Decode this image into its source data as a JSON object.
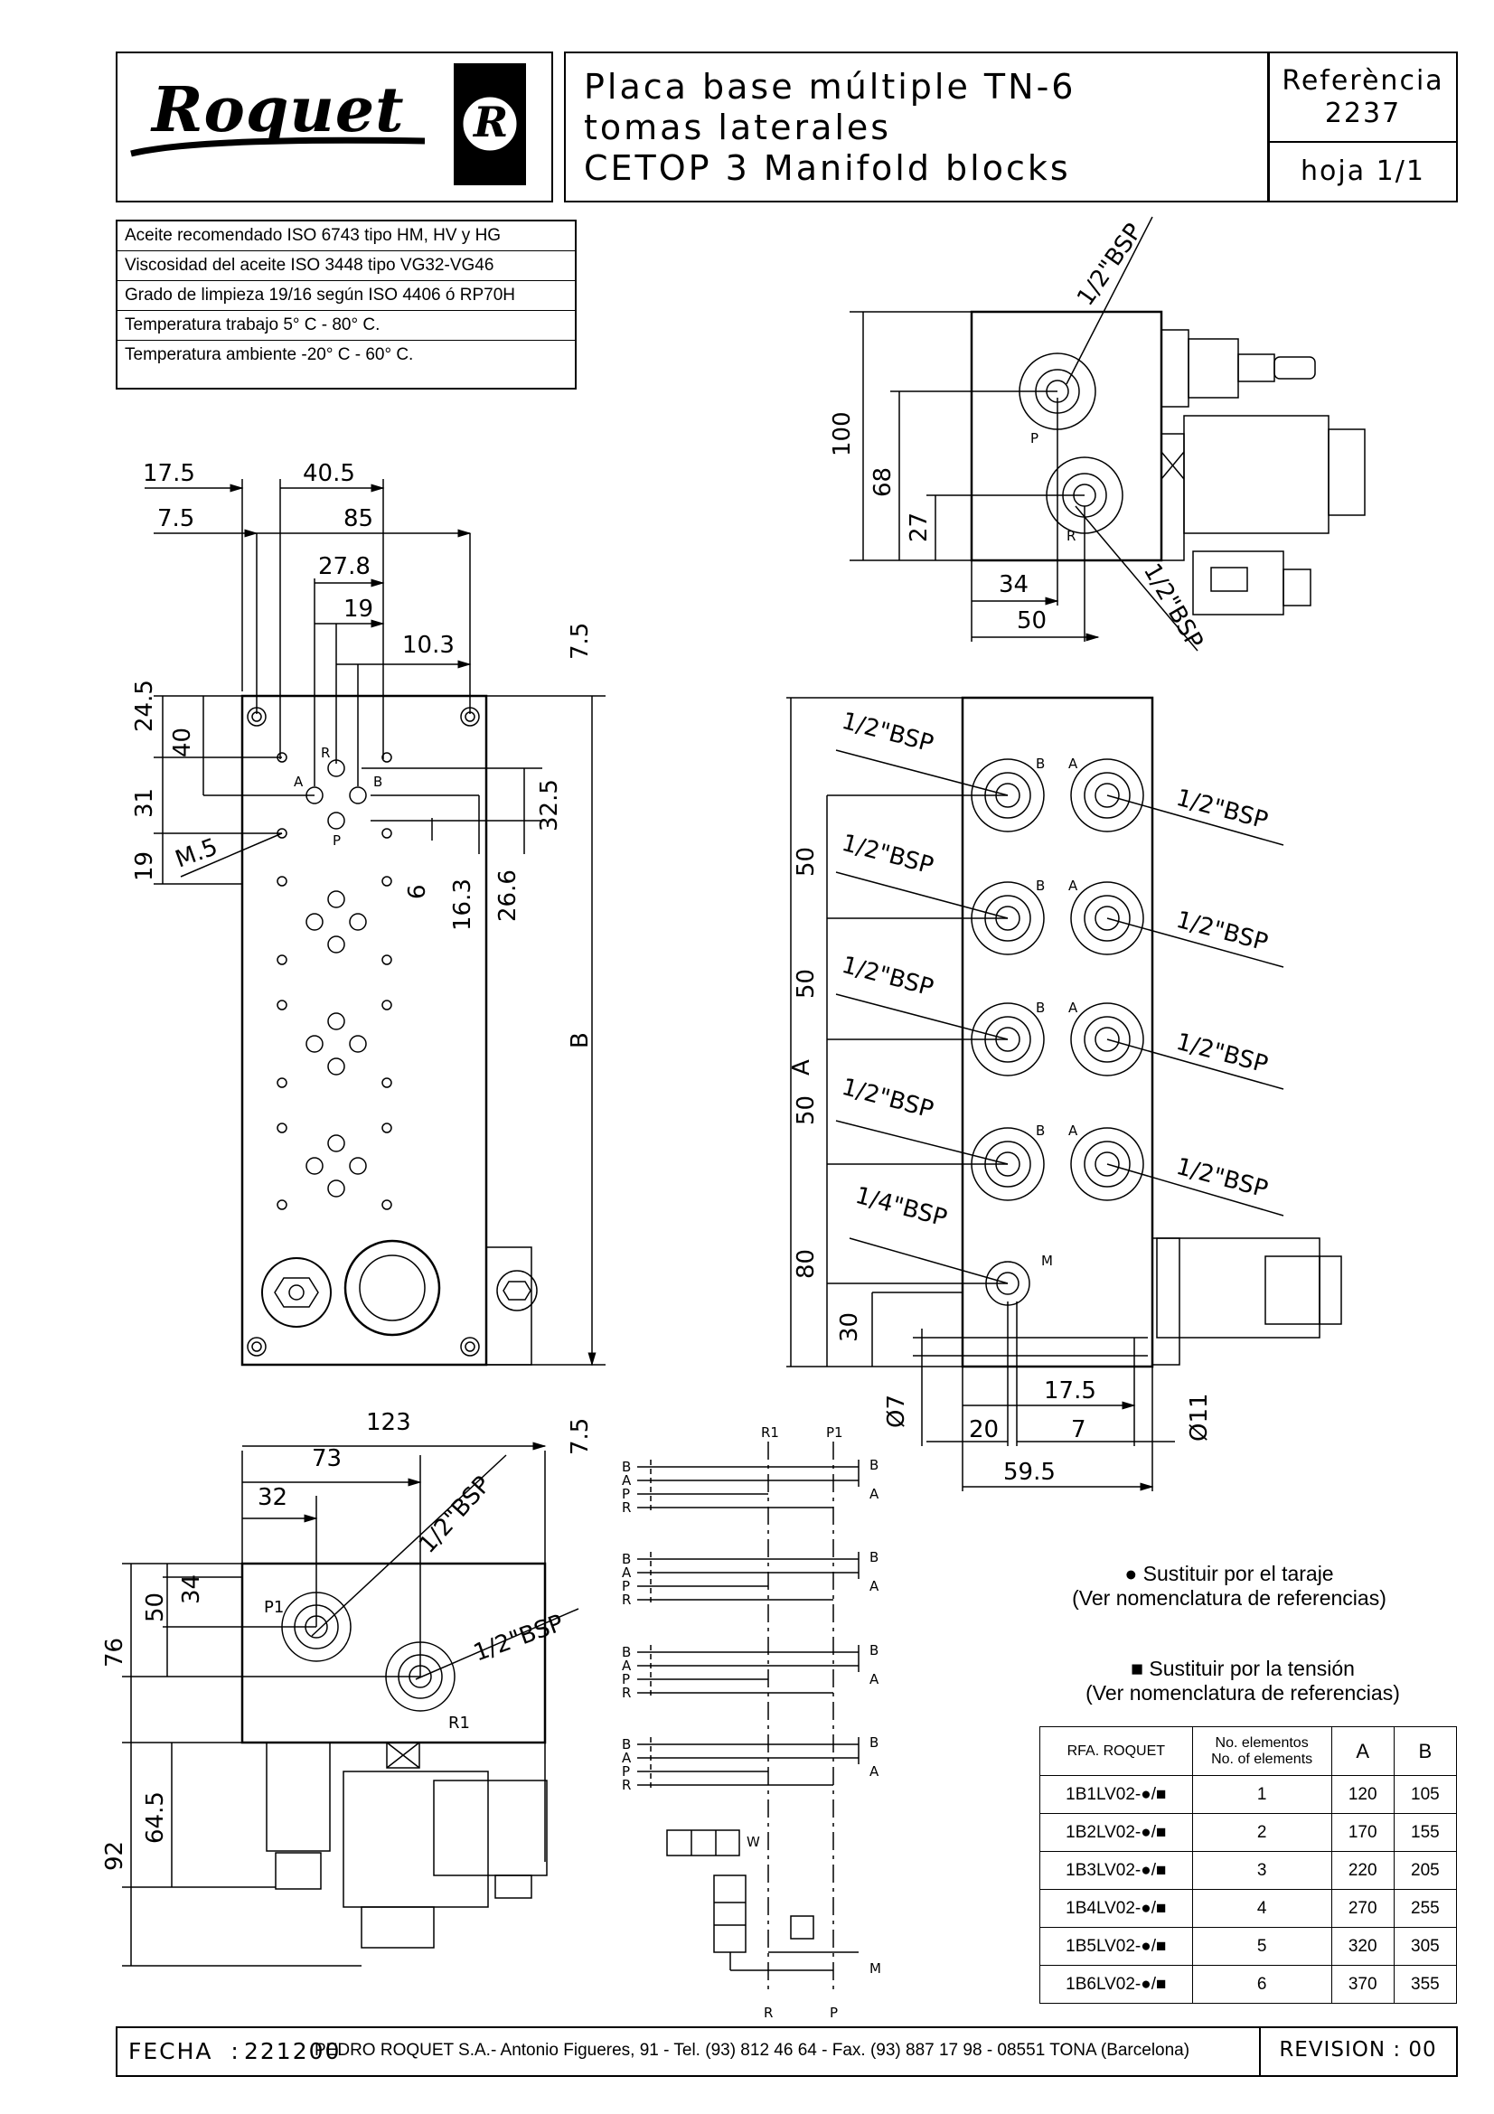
{
  "header": {
    "logo_text": "Roquet",
    "logo_mark": "R",
    "title_lines": [
      "Placa base múltiple TN-6",
      "tomas laterales",
      "CETOP 3 Manifold blocks"
    ],
    "reference_label": "Referència",
    "reference_number": "2237",
    "sheet": "hoja 1/1"
  },
  "conditions": [
    "Aceite recomendado ISO 6743 tipo HM, HV y HG",
    "Viscosidad del aceite ISO 3448 tipo VG32-VG46",
    "Grado de limpieza 19/16 según ISO 4406 ó RP70H",
    "Temperatura trabajo 5° C - 80° C.",
    "Temperatura ambiente -20° C - 60° C."
  ],
  "drawing": {
    "top_view": {
      "dims": [
        "17.5",
        "40.5",
        "7.5",
        "85",
        "27.8",
        "19",
        "10.3",
        "7.5"
      ],
      "left_dims": [
        "24.5",
        "40",
        "31",
        "19"
      ],
      "right_dims": [
        "32.5",
        "6",
        "16.3",
        "26.6"
      ],
      "thread_label": "M.5",
      "height_label": "B",
      "bottom_dim": "7.5",
      "ports": [
        "R",
        "A",
        "B",
        "P"
      ]
    },
    "end_view": {
      "dims": [
        "100",
        "68",
        "27",
        "34",
        "50"
      ],
      "thread_labels": [
        "1/2\"BSP",
        "1/2\"BSP"
      ],
      "ports": [
        "P",
        "R"
      ]
    },
    "side_view": {
      "height_label": "A",
      "vertical_dims": [
        "50",
        "50",
        "50",
        "80",
        "30"
      ],
      "thread_labels": [
        "1/2\"BSP",
        "1/4\"BSP"
      ],
      "ports": [
        "B",
        "A",
        "M"
      ],
      "bottom_dims": [
        "Ø7",
        "17.5",
        "20",
        "7",
        "Ø11",
        "59.5"
      ]
    },
    "bottom_view": {
      "dims": [
        "123",
        "73",
        "32",
        "34",
        "50",
        "76",
        "64.5",
        "92"
      ],
      "thread_labels": [
        "1/2\"BSP",
        "1/2\"BSP"
      ],
      "ports": [
        "P1",
        "R1"
      ]
    },
    "schematic": {
      "top_labels": [
        "R1",
        "P1"
      ],
      "row_labels": [
        "B",
        "A",
        "P",
        "R"
      ],
      "right_labels": [
        "B",
        "A"
      ],
      "bottom_labels": [
        "R",
        "P"
      ],
      "side_label": "M",
      "valve_label": "W"
    }
  },
  "notes": {
    "circle_note": "Sustituir por el taraje",
    "circle_sub": "(Ver nomenclatura de referencias)",
    "square_note": "Sustituir por la tensión",
    "square_sub": "(Ver nomenclatura de referencias)"
  },
  "ref_table": {
    "headers": [
      "RFA. ROQUET",
      "No. elementos\nNo. of elements",
      "A",
      "B"
    ],
    "rows": [
      [
        "1B1LV02-●/■",
        "1",
        "120",
        "105"
      ],
      [
        "1B2LV02-●/■",
        "2",
        "170",
        "155"
      ],
      [
        "1B3LV02-●/■",
        "3",
        "220",
        "205"
      ],
      [
        "1B4LV02-●/■",
        "4",
        "270",
        "255"
      ],
      [
        "1B5LV02-●/■",
        "5",
        "320",
        "305"
      ],
      [
        "1B6LV02-●/■",
        "6",
        "370",
        "355"
      ]
    ]
  },
  "footer": {
    "fecha_label": "FECHA  :",
    "fecha_value": "221200",
    "company": "PEDRO ROQUET S.A.- Antonio Figueres, 91 - Tel. (93) 812 46 64 - Fax. (93) 887 17 98 - 08551 TONA (Barcelona)",
    "revision": "REVISION : 00"
  }
}
